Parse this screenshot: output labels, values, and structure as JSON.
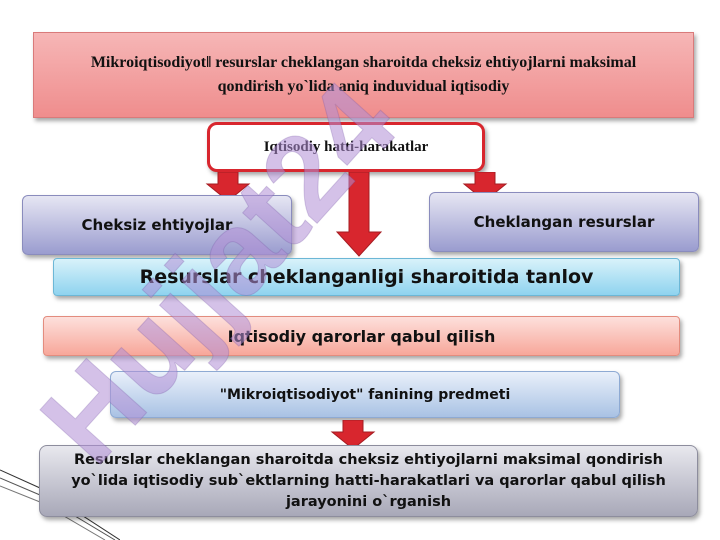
{
  "top_box": {
    "text": "Mikroiqtisodiyot‖ resurslar cheklangan sharoitda cheksiz ehtiyojlarni maksimal qondirish yo`lida aniq induvidual iqtisodiy"
  },
  "center_box": {
    "text": "Iqtisodiy hatti-harakatlar"
  },
  "left_box": {
    "text": "Cheksiz ehtiyojlar"
  },
  "right_box": {
    "text": "Cheklangan resurslar"
  },
  "choice_box": {
    "text": "Resurslar cheklanganligi sharoitida tanlov"
  },
  "decision_box": {
    "text": "Iqtisodiy qarorlar qabul qilish"
  },
  "subject_box": {
    "text": "\"Mikroiqtisodiyot\" fanining predmeti"
  },
  "bottom_box": {
    "text": "Resurslar cheklangan sharoitda cheksiz ehtiyojlarni maksimal qondirish yo`lida iqtisodiy sub`ektlarning hatti-harakatlari va qarorlar qabul qilish jarayonini o`rganish"
  },
  "watermark": {
    "text": "Hujjat24"
  },
  "colors": {
    "arrow_red": "#d8262e",
    "watermark": "#b18ed6"
  }
}
